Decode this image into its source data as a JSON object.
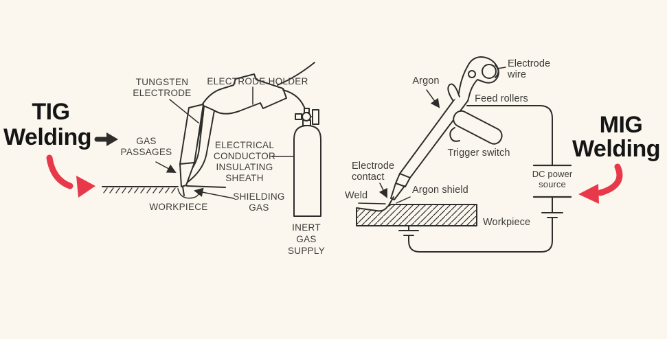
{
  "colors": {
    "bg": "#FBF7EE",
    "ink": "#2e2d2b",
    "label": "#3c3b39",
    "title": "#151515",
    "accent": "#E8394B"
  },
  "icons": {
    "tig_title_arrow": "black-right-arrow-icon",
    "tig_swoosh": "red-curved-arrow-icon",
    "mig_swoosh": "red-curved-arrow-icon"
  },
  "tig": {
    "title_line1": "TIG",
    "title_line2": "Welding",
    "labels": {
      "tungsten_electrode": "TUNGSTEN\nELECTRODE",
      "electrode_holder": "ELECTRODE HOLDER",
      "gas_passages": "GAS\nPASSAGES",
      "electrical_conductor_sheath": "ELECTRICAL\nCONDUCTOR\nINSULATING\nSHEATH",
      "workpiece": "WORKPIECE",
      "shielding_gas": "SHIELDING\nGAS",
      "inert_gas_supply": "INERT\nGAS\nSUPPLY"
    }
  },
  "mig": {
    "title_line1": "MIG",
    "title_line2": "Welding",
    "labels": {
      "argon": "Argon",
      "electrode_wire": "Electrode\nwire",
      "feed_rollers": "Feed rollers",
      "trigger_switch": "Trigger switch",
      "electrode_contact": "Electrode\ncontact",
      "weld": "Weld",
      "argon_shield": "Argon shield",
      "workpiece": "Workpiece",
      "dc_power_source": "DC power\nsource"
    }
  }
}
